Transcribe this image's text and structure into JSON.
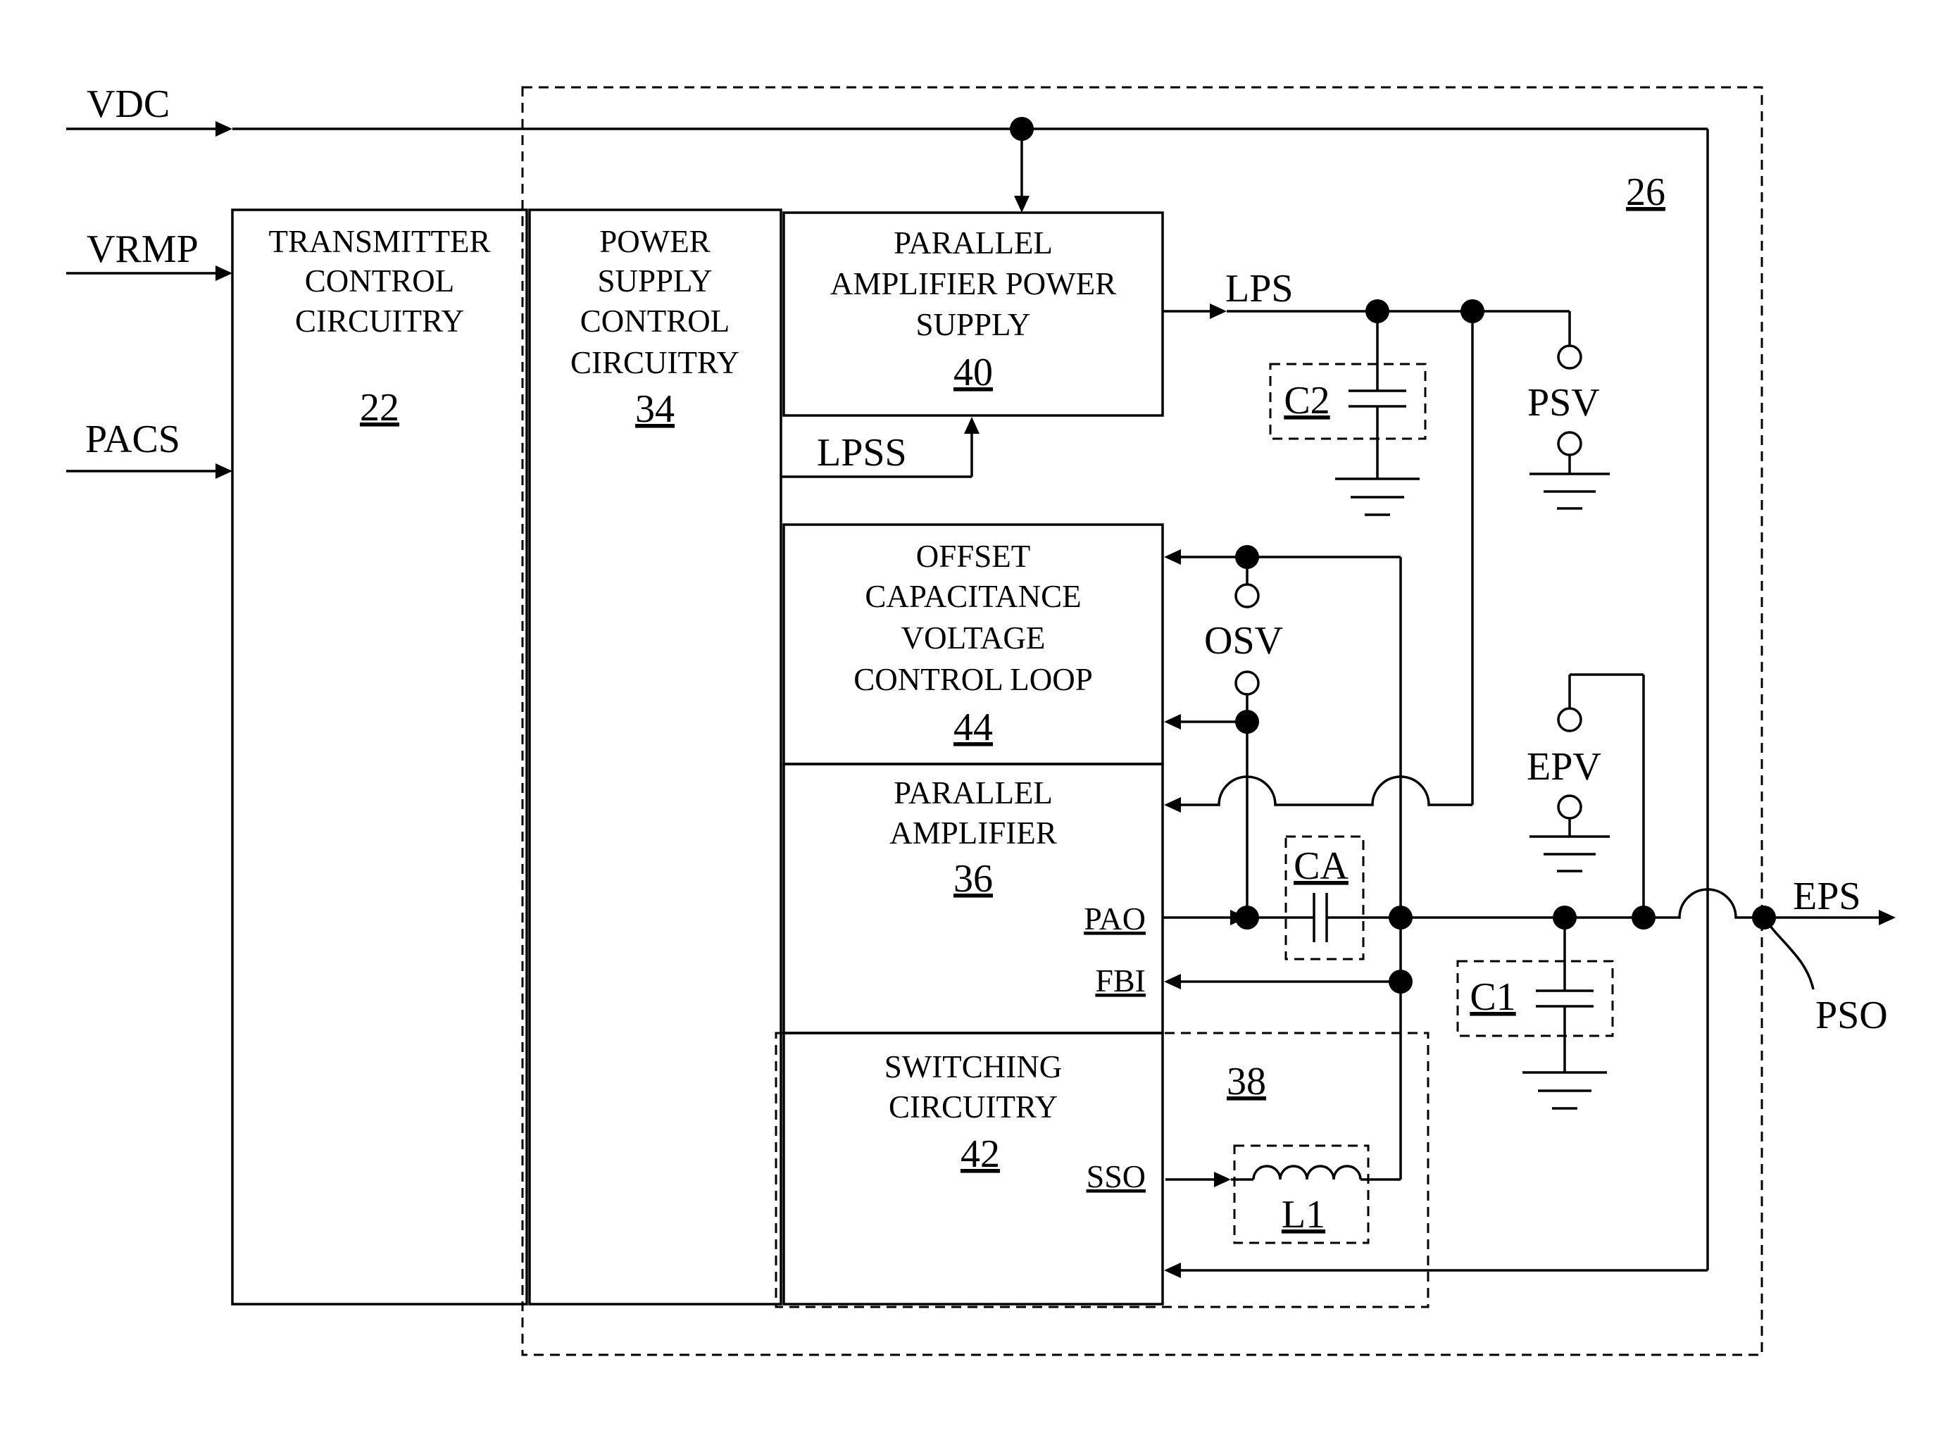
{
  "signals": {
    "vdc": "VDC",
    "vrmp": "VRMP",
    "pacs": "PACS",
    "lps": "LPS",
    "lpss": "LPSS",
    "psv": "PSV",
    "osv": "OSV",
    "epv": "EPV",
    "eps": "EPS",
    "pso": "PSO"
  },
  "refs": {
    "r26": "26",
    "r38": "38"
  },
  "blocks": {
    "transmitter": {
      "lines": [
        "TRANSMITTER",
        "CONTROL",
        "CIRCUITRY"
      ],
      "ref": "22"
    },
    "power_supply_control": {
      "lines": [
        "POWER",
        "SUPPLY",
        "CONTROL",
        "CIRCUITRY"
      ],
      "ref": "34"
    },
    "parallel_amp_power_supply": {
      "lines": [
        "PARALLEL",
        "AMPLIFIER POWER",
        "SUPPLY"
      ],
      "ref": "40"
    },
    "offset_cap_loop": {
      "lines": [
        "OFFSET",
        "CAPACITANCE",
        "VOLTAGE",
        "CONTROL LOOP"
      ],
      "ref": "44"
    },
    "parallel_amp": {
      "lines": [
        "PARALLEL",
        "AMPLIFIER"
      ],
      "ref": "36"
    },
    "switching": {
      "lines": [
        "SWITCHING",
        "CIRCUITRY"
      ],
      "ref": "42"
    }
  },
  "pins": {
    "pao": "PAO",
    "fbi": "FBI",
    "sso": "SSO"
  },
  "components": {
    "c2": "C2",
    "ca": "CA",
    "c1": "C1",
    "l1": "L1"
  }
}
